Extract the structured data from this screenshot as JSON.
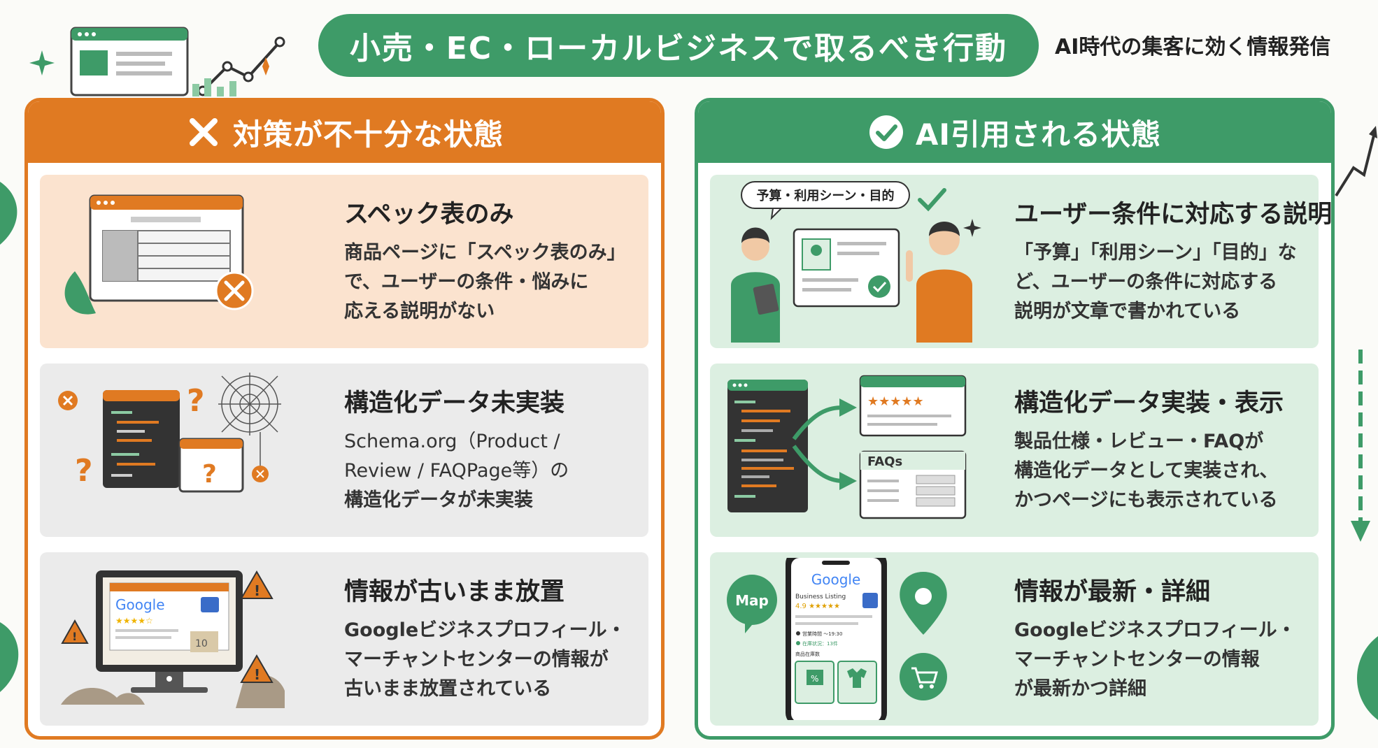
{
  "header": {
    "title": "小売・EC・ローカルビジネスで取るべき行動",
    "subtitle": "AI時代の集客に効く情報発信"
  },
  "colors": {
    "bad": "#e07a22",
    "good": "#3e9b68",
    "bad_card": "#fbe3cf",
    "neutral_card": "#ebebeb",
    "good_card": "#dcefe1"
  },
  "left_panel": {
    "heading": "対策が不十分な状態",
    "icon": "x-icon",
    "cards": [
      {
        "title": "スペック表のみ",
        "lines": [
          "商品ページに「スペック表のみ」",
          "で、ユーザーの条件・悩みに",
          "応える説明がない"
        ]
      },
      {
        "title": "構造化データ未実装",
        "lines": [
          "Schema.org（Product /",
          "Review / FAQPage等）の",
          "構造化データが未実装"
        ]
      },
      {
        "title": "情報が古いまま放置",
        "lines": [
          "Googleビジネスプロフィール・",
          "マーチャントセンターの情報が",
          "古いまま放置されている"
        ],
        "illus": {
          "brand": "Google",
          "number": "10"
        }
      }
    ]
  },
  "right_panel": {
    "heading": "AI引用される状態",
    "icon": "check-circle-icon",
    "cards": [
      {
        "title": "ユーザー条件に対応する説明",
        "lines": [
          "「予算」「利用シーン」「目的」な",
          "ど、ユーザーの条件に対応する",
          "説明が文章で書かれている"
        ],
        "illus": {
          "bubble": "予算・利用シーン・目的"
        }
      },
      {
        "title": "構造化データ実装・表示",
        "lines": [
          "製品仕様・レビュー・FAQが",
          "構造化データとして実装され、",
          "かつページにも表示されている"
        ],
        "illus": {
          "faq_label": "FAQs"
        }
      },
      {
        "title": "情報が最新・詳細",
        "lines": [
          "Googleビジネスプロフィール・",
          "マーチャントセンターの情報",
          "が最新かつ詳細"
        ],
        "illus": {
          "map_label": "Map",
          "brand": "Google",
          "listing": "Business Listing",
          "rating": "4.9 ★★★★★",
          "hours": "営業時間 ～19:30",
          "stock": "在庫状況：13件",
          "products": "商品在庫数"
        }
      }
    ]
  }
}
